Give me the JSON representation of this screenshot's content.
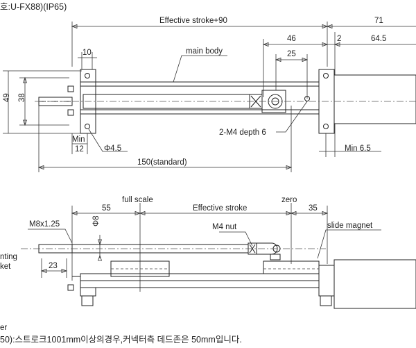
{
  "header": {
    "model": "호:U-FX88)(IP65)"
  },
  "top_view": {
    "stroke_plus": "Effective stroke+90",
    "d71": "71",
    "d46": "46",
    "d2": "2",
    "d645": "64.5",
    "d25": "25",
    "d10": "10",
    "main_body": "main body",
    "d49": "49",
    "d38": "38",
    "m4_depth": "2-M4 depth 6",
    "min": "Min",
    "d12": "12",
    "phi45": "Φ4.5",
    "min65": "Min 6.5",
    "standard": "150(standard)"
  },
  "side_view": {
    "full_scale": "full scale",
    "zero": "zero",
    "d55": "55",
    "stroke": "Effective stroke",
    "d35": "35",
    "phi8": "Φ8",
    "m8": "M8x1.25",
    "m4nut": "M4 nut",
    "slide_magnet": "slide magnet",
    "mounting_1": "nting",
    "mounting_2": "ket",
    "d23": "23"
  },
  "footer": {
    "note1": "er",
    "note2": "50):스트로크1001mm이상의경우,커넥터측 데드존은 50mm입니다."
  }
}
